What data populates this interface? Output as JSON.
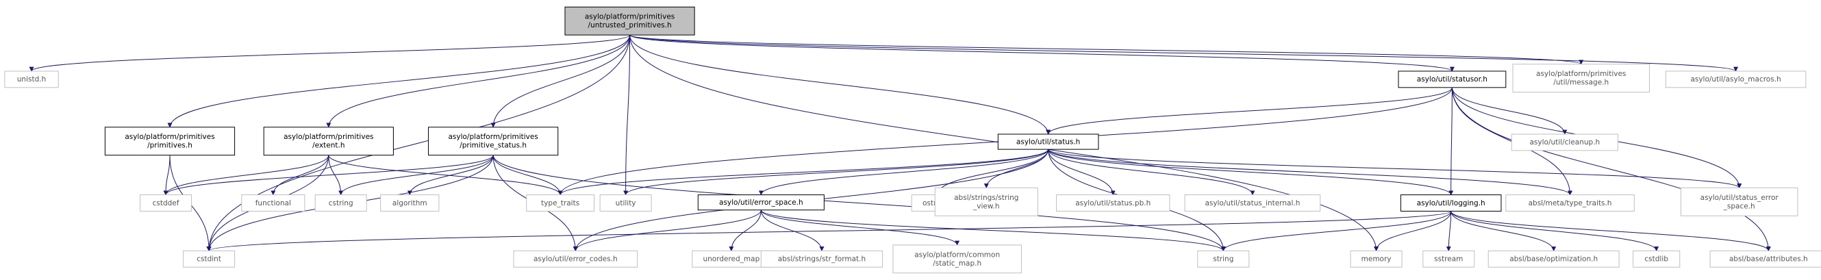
{
  "colors": {
    "edge": "#191970",
    "root_fill": "#bfbfbf",
    "root_border": "#000000",
    "documented_border": "#000000",
    "external_border": "#bfbfbf",
    "external_text": "#555555",
    "documented_text": "#000000"
  },
  "nodes": [
    {
      "id": "root",
      "style": "root",
      "lines": [
        "asylo/platform/primitives",
        "/untrusted_primitives.h"
      ]
    },
    {
      "id": "unistd",
      "style": "external",
      "lines": [
        "unistd.h"
      ]
    },
    {
      "id": "prim_h",
      "style": "documented",
      "lines": [
        "asylo/platform/primitives",
        "/primitives.h"
      ]
    },
    {
      "id": "extent_h",
      "style": "documented",
      "lines": [
        "asylo/platform/primitives",
        "/extent.h"
      ]
    },
    {
      "id": "pstatus_h",
      "style": "documented",
      "lines": [
        "asylo/platform/primitives",
        "/primitive_status.h"
      ]
    },
    {
      "id": "status_h",
      "style": "documented",
      "lines": [
        "asylo/util/status.h"
      ]
    },
    {
      "id": "statusor_h",
      "style": "documented",
      "lines": [
        "asylo/util/statusor.h"
      ]
    },
    {
      "id": "message_h",
      "style": "external",
      "lines": [
        "asylo/platform/primitives",
        "/util/message.h"
      ]
    },
    {
      "id": "macros_h",
      "style": "external",
      "lines": [
        "asylo/util/asylo_macros.h"
      ]
    },
    {
      "id": "cstddef",
      "style": "external",
      "lines": [
        "cstddef"
      ]
    },
    {
      "id": "functional",
      "style": "external",
      "lines": [
        "functional"
      ]
    },
    {
      "id": "cstring",
      "style": "external",
      "lines": [
        "cstring"
      ]
    },
    {
      "id": "algorithm",
      "style": "external",
      "lines": [
        "algorithm"
      ]
    },
    {
      "id": "type_traits",
      "style": "external",
      "lines": [
        "type_traits"
      ]
    },
    {
      "id": "utility",
      "style": "external",
      "lines": [
        "utility"
      ]
    },
    {
      "id": "error_space_h",
      "style": "documented",
      "lines": [
        "asylo/util/error_space.h"
      ]
    },
    {
      "id": "ostream",
      "style": "external",
      "lines": [
        "ostream"
      ]
    },
    {
      "id": "string_view",
      "style": "external",
      "lines": [
        "absl/strings/string",
        "_view.h"
      ]
    },
    {
      "id": "status_pb",
      "style": "external",
      "lines": [
        "asylo/util/status.pb.h"
      ]
    },
    {
      "id": "status_internal",
      "style": "external",
      "lines": [
        "asylo/util/status_internal.h"
      ]
    },
    {
      "id": "logging_h",
      "style": "documented",
      "lines": [
        "asylo/util/logging.h"
      ]
    },
    {
      "id": "meta_traits",
      "style": "external",
      "lines": [
        "absl/meta/type_traits.h"
      ]
    },
    {
      "id": "cleanup_h",
      "style": "external",
      "lines": [
        "asylo/util/cleanup.h"
      ]
    },
    {
      "id": "status_err_space",
      "style": "external",
      "lines": [
        "asylo/util/status_error",
        "_space.h"
      ]
    },
    {
      "id": "cstdint",
      "style": "external",
      "lines": [
        "cstdint"
      ]
    },
    {
      "id": "error_codes",
      "style": "external",
      "lines": [
        "asylo/util/error_codes.h"
      ]
    },
    {
      "id": "unordered_map",
      "style": "external",
      "lines": [
        "unordered_map"
      ]
    },
    {
      "id": "str_format",
      "style": "external",
      "lines": [
        "absl/strings/str_format.h"
      ]
    },
    {
      "id": "static_map",
      "style": "external",
      "lines": [
        "asylo/platform/common",
        "/static_map.h"
      ]
    },
    {
      "id": "string",
      "style": "external",
      "lines": [
        "string"
      ]
    },
    {
      "id": "memory",
      "style": "external",
      "lines": [
        "memory"
      ]
    },
    {
      "id": "sstream",
      "style": "external",
      "lines": [
        "sstream"
      ]
    },
    {
      "id": "optimization",
      "style": "external",
      "lines": [
        "absl/base/optimization.h"
      ]
    },
    {
      "id": "cstdlib",
      "style": "external",
      "lines": [
        "cstdlib"
      ]
    },
    {
      "id": "attributes",
      "style": "external",
      "lines": [
        "absl/base/attributes.h"
      ]
    }
  ],
  "edges": [
    [
      "root",
      "unistd"
    ],
    [
      "root",
      "cstdint"
    ],
    [
      "root",
      "prim_h"
    ],
    [
      "root",
      "extent_h"
    ],
    [
      "root",
      "pstatus_h"
    ],
    [
      "root",
      "utility"
    ],
    [
      "root",
      "status_h"
    ],
    [
      "root",
      "memory"
    ],
    [
      "root",
      "statusor_h"
    ],
    [
      "root",
      "message_h"
    ],
    [
      "root",
      "macros_h"
    ],
    [
      "prim_h",
      "cstddef"
    ],
    [
      "prim_h",
      "cstdint"
    ],
    [
      "extent_h",
      "cstddef"
    ],
    [
      "extent_h",
      "cstdint"
    ],
    [
      "extent_h",
      "functional"
    ],
    [
      "extent_h",
      "cstring"
    ],
    [
      "extent_h",
      "type_traits"
    ],
    [
      "pstatus_h",
      "cstddef"
    ],
    [
      "pstatus_h",
      "cstdint"
    ],
    [
      "pstatus_h",
      "cstring"
    ],
    [
      "pstatus_h",
      "algorithm"
    ],
    [
      "pstatus_h",
      "type_traits"
    ],
    [
      "pstatus_h",
      "error_codes"
    ],
    [
      "pstatus_h",
      "string"
    ],
    [
      "status_h",
      "type_traits"
    ],
    [
      "status_h",
      "utility"
    ],
    [
      "status_h",
      "error_space_h"
    ],
    [
      "status_h",
      "ostream"
    ],
    [
      "status_h",
      "string_view"
    ],
    [
      "status_h",
      "status_pb"
    ],
    [
      "status_h",
      "status_internal"
    ],
    [
      "status_h",
      "logging_h"
    ],
    [
      "status_h",
      "meta_traits"
    ],
    [
      "status_h",
      "status_err_space"
    ],
    [
      "status_h",
      "error_codes"
    ],
    [
      "status_h",
      "string"
    ],
    [
      "statusor_h",
      "type_traits"
    ],
    [
      "statusor_h",
      "status_h"
    ],
    [
      "statusor_h",
      "cleanup_h"
    ],
    [
      "statusor_h",
      "logging_h"
    ],
    [
      "statusor_h",
      "meta_traits"
    ],
    [
      "statusor_h",
      "status_err_space"
    ],
    [
      "statusor_h",
      "attributes"
    ],
    [
      "error_space_h",
      "error_codes"
    ],
    [
      "error_space_h",
      "unordered_map"
    ],
    [
      "error_space_h",
      "str_format"
    ],
    [
      "error_space_h",
      "static_map"
    ],
    [
      "error_space_h",
      "string"
    ],
    [
      "logging_h",
      "cstdint"
    ],
    [
      "logging_h",
      "string"
    ],
    [
      "logging_h",
      "memory"
    ],
    [
      "logging_h",
      "sstream"
    ],
    [
      "logging_h",
      "optimization"
    ],
    [
      "logging_h",
      "cstdlib"
    ],
    [
      "logging_h",
      "attributes"
    ]
  ]
}
